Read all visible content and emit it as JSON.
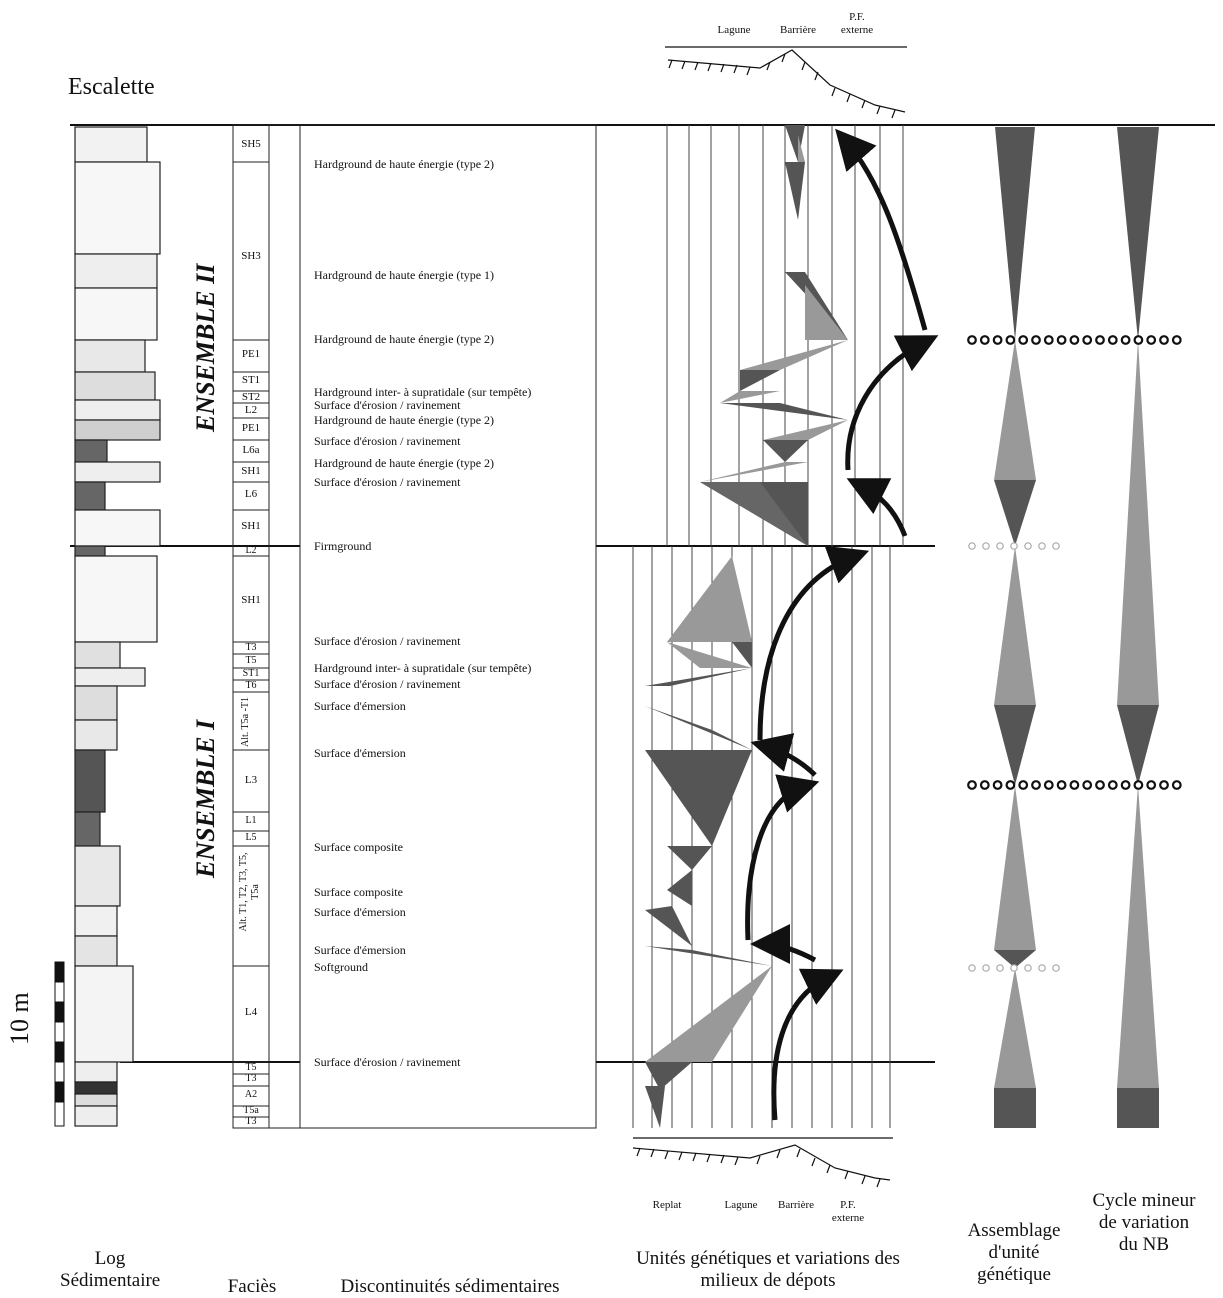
{
  "title": "Escalette",
  "scale_label": "10 m",
  "ensembles": {
    "upper": "ENSEMBLE II",
    "lower": "ENSEMBLE I"
  },
  "facies": [
    "SH5",
    "SH3",
    "PE1",
    "ST1",
    "ST2",
    "L2",
    "PE1",
    "L6a",
    "SH1",
    "L6",
    "SH1",
    "L2",
    "SH1",
    "T3",
    "T5",
    "ST1",
    "T6",
    "Alt. T5a -T1",
    "L3",
    "L1",
    "L5",
    "Alt. T1, T2, T3, T5, T5a",
    "L4",
    "T5",
    "T3",
    "A2",
    "T5a",
    "T3"
  ],
  "discontinuities": [
    "Hardground de haute énergie (type 2)",
    "Hardground de haute énergie (type 1)",
    "Hardground de haute énergie (type 2)",
    "Hardground inter- à supratidale (sur tempête)",
    "Surface d'érosion / ravinement",
    "Hardground de haute énergie (type 2)",
    "Surface d'érosion / ravinement",
    "Hardground de haute énergie (type 2)",
    "Surface d'érosion / ravinement",
    "Firmground",
    "Surface d'érosion / ravinement",
    "Hardground inter- à supratidale (sur tempête)",
    "Surface d'érosion / ravinement",
    "Surface d'émersion",
    "Surface d'émersion",
    "Surface composite",
    "Surface composite",
    "Surface d'émersion",
    "Surface d'émersion",
    "Softground",
    "Surface d'érosion / ravinement"
  ],
  "environments_top": [
    "Lagune",
    "Barrière",
    "P.F. externe"
  ],
  "environments_bottom": [
    "Replat",
    "Lagune",
    "Barrière",
    "P.F. externe"
  ],
  "columns": {
    "log": "Log Sédimentaire",
    "facies": "Faciès",
    "disc": "Discontinuités sédimentaires",
    "units": "Unités génétiques et variations des milieux de dépots",
    "assemblage": "Assemblage d'unité génétique",
    "cycle": "Cycle mineur de variation du NB"
  },
  "colors": {
    "dark": "#555555",
    "light": "#999999",
    "ink": "#111111"
  }
}
